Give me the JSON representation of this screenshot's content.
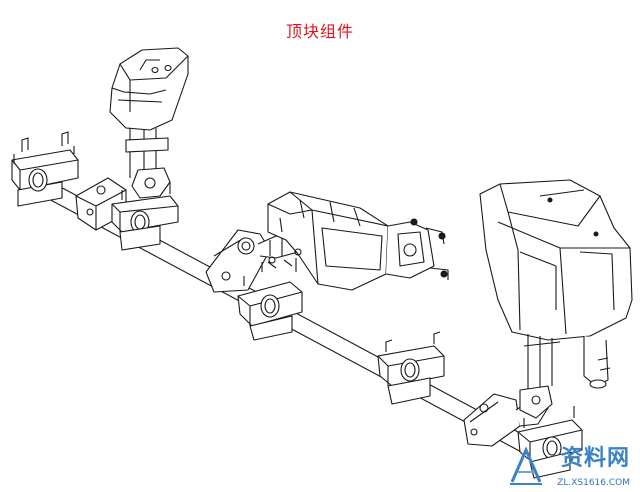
{
  "title": "顶块组件",
  "watermark": {
    "text": "资料网",
    "url": "ZL.XS1616.COM"
  },
  "colors": {
    "title": "#e0141e",
    "line": "#1a1a1a",
    "watermark": "#3b83c5"
  }
}
